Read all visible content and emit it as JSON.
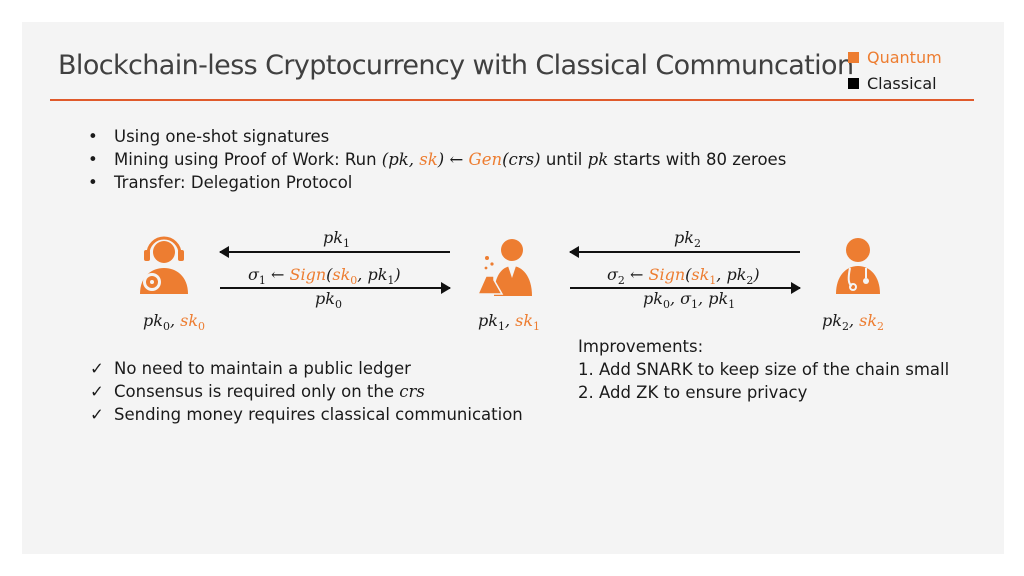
{
  "title": "Blockchain-less Cryptocurrency with Classical Communcation",
  "legend": {
    "quantum": {
      "label": "Quantum",
      "color": "#ED7D31"
    },
    "classical": {
      "label": "Classical",
      "color": "#000000"
    }
  },
  "bullets": {
    "b1": "Using one-shot signatures",
    "b2_pre": "Mining using Proof of Work: Run ",
    "b2_pk": "pk",
    "b2_sk": "sk",
    "b2_gen": "Gen",
    "b2_crs": "crs",
    "b2_mid": " until ",
    "b2_pk2": "pk",
    "b2_post": " starts with 80 zeroes",
    "b3": "Transfer: Delegation Protocol"
  },
  "protocol": {
    "arrow1_top": "pk",
    "arrow1_top_sub": "1",
    "sigma1": "σ",
    "sigma1_sub": "1",
    "sign1_sk": "sk",
    "sign1_sk_sub": "0",
    "sign1_pk": "pk",
    "sign1_pk_sub": "1",
    "arrow1_bottom": "pk",
    "arrow1_bottom_sub": "0",
    "arrow2_top": "pk",
    "arrow2_top_sub": "2",
    "sigma2": "σ",
    "sigma2_sub": "2",
    "sign2_sk": "sk",
    "sign2_sk_sub": "1",
    "sign2_pk": "pk",
    "sign2_pk_sub": "2",
    "sign_word": "Sign",
    "user0_pk": "pk",
    "user0_pk_sub": "0",
    "user0_sk": "sk",
    "user0_sk_sub": "0",
    "user1_pk": "pk",
    "user1_pk_sub": "1",
    "user1_sk": "sk",
    "user1_sk_sub": "1",
    "user2_pk": "pk",
    "user2_pk_sub": "2",
    "user2_sk": "sk",
    "user2_sk_sub": "2"
  },
  "checks": [
    "No need to maintain a public ledger",
    "Consensus is required only on the ",
    "Sending money requires classical communication"
  ],
  "checks_crs": "crs",
  "improvements": {
    "heading": "Improvements:",
    "item1": "1.  Add SNARK to keep size of the chain small",
    "item2": "2.  Add ZK to ensure privacy"
  }
}
